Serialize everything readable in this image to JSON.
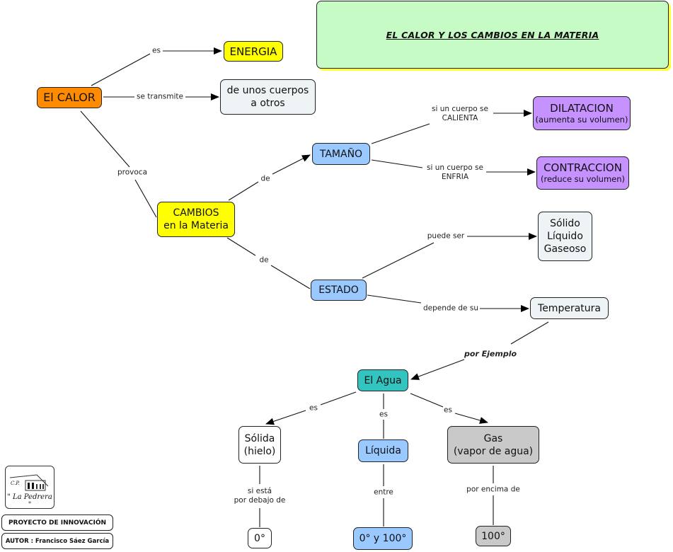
{
  "title": "EL CALOR Y LOS CAMBIOS EN LA MATERIA",
  "colors": {
    "orange": "#ff8c00",
    "yellow": "#ffff00",
    "light_gray": "#eef3f5",
    "blue": "#99c9ff",
    "purple": "#c592ff",
    "teal": "#33c4bf",
    "gray": "#c9c9c9",
    "white": "#ffffff",
    "title_bg": "#c6fbc6",
    "title_shadow": "#ffff33"
  },
  "nodes": {
    "el_calor": {
      "line1": "El CALOR"
    },
    "energia": {
      "line1": "ENERGIA"
    },
    "cuerpos": {
      "line1": "de unos cuerpos",
      "line2": "a otros"
    },
    "cambios": {
      "line1": "CAMBIOS",
      "line2": "en la Materia"
    },
    "tamano": {
      "line1": "TAMAÑO"
    },
    "dilatacion": {
      "line1": "DILATACION",
      "line2": "(aumenta su volumen)"
    },
    "contraccion": {
      "line1": "CONTRACCION",
      "line2": "(reduce su volumen)"
    },
    "estado": {
      "line1": "ESTADO"
    },
    "estados_lista": {
      "line1": "Sólido",
      "line2": "Líquido",
      "line3": "Gaseoso"
    },
    "temperatura": {
      "line1": "Temperatura"
    },
    "agua": {
      "line1": "El Agua"
    },
    "solida": {
      "line1": "Sólida",
      "line2": "(hielo)"
    },
    "liquida": {
      "line1": "Líquida"
    },
    "gas": {
      "line1": "Gas",
      "line2": "(vapor de agua)"
    },
    "cero": {
      "line1": "0°"
    },
    "cero_cien": {
      "line1": "0° y 100°"
    },
    "cien": {
      "line1": "100°"
    }
  },
  "links": {
    "es_energia": "es",
    "se_transmite": "se transmite",
    "provoca": "provoca",
    "de_tamano": "de",
    "de_estado": "de",
    "calienta_1": "si un cuerpo se",
    "calienta_2": "CALIENTA",
    "enfria_1": "si un cuerpo se",
    "enfria_2": "ENFRIA",
    "puede_ser": "puede ser",
    "depende": "depende de su",
    "por_ejemplo": "por Ejemplo",
    "es_solida": "es",
    "es_liquida": "es",
    "es_gas": "es",
    "debajo_1": "si está",
    "debajo_2": "por debajo de",
    "entre": "entre",
    "encima": "por encima de"
  },
  "footer": {
    "logo_line1": "C.P.",
    "logo_line2": "\" La Pedrera \"",
    "project": "PROYECTO DE INNOVACIÓN",
    "author": "AUTOR : Francisco Sáez García"
  }
}
